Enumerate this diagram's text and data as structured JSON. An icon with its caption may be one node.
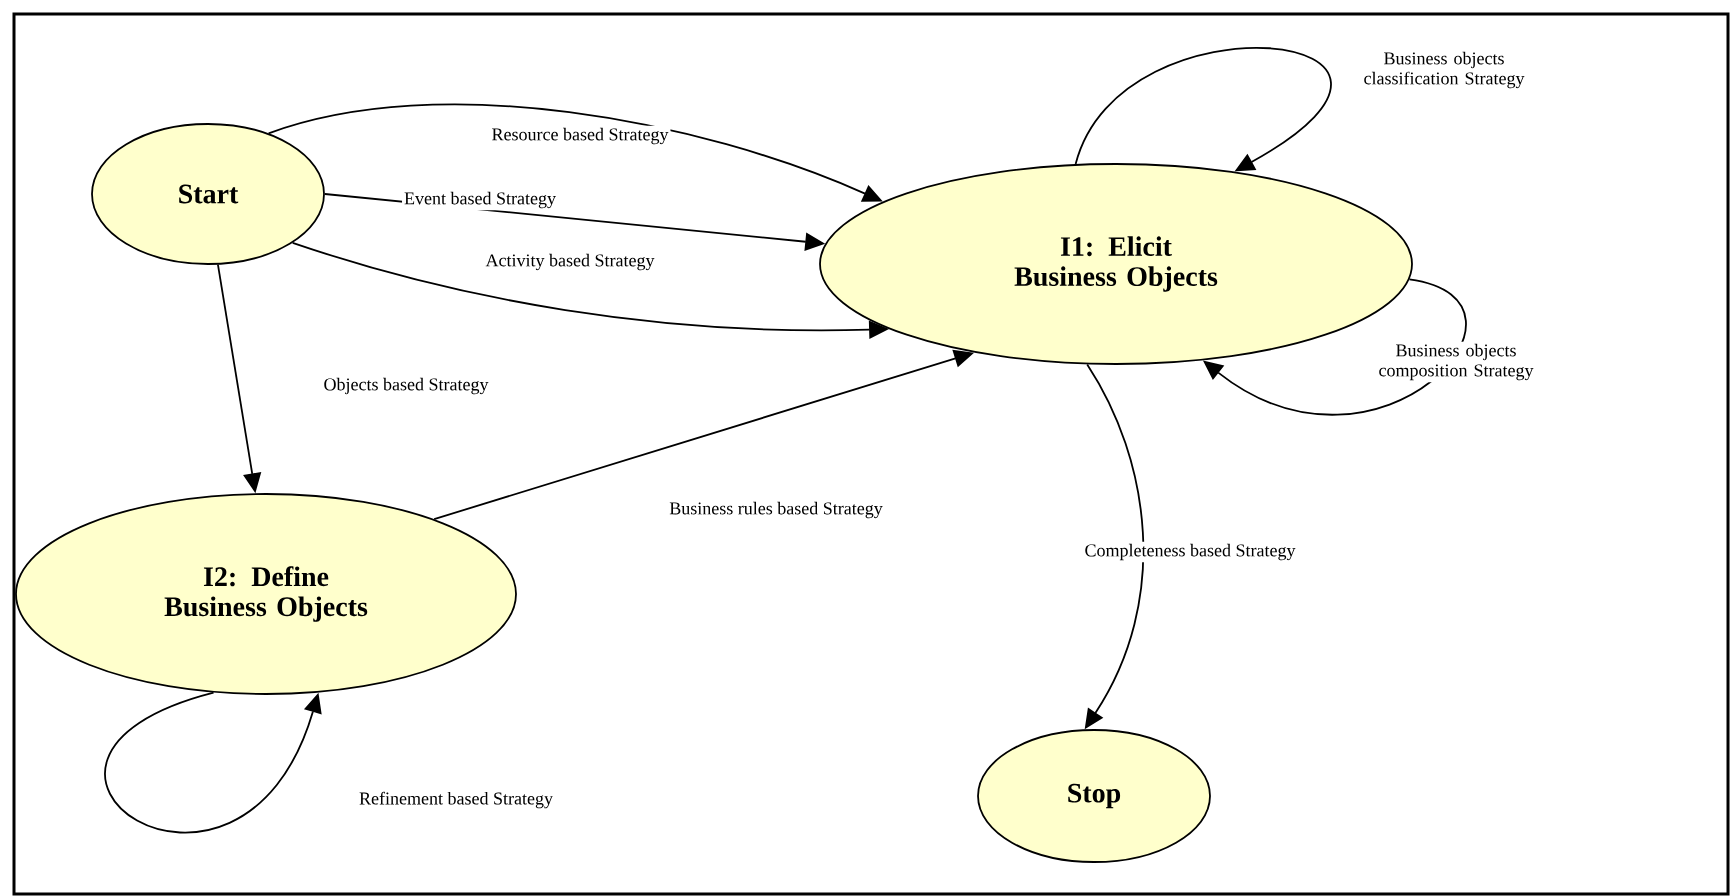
{
  "diagram": {
    "nodes": [
      {
        "text": [
          "Start"
        ]
      },
      {
        "text": [
          "I1: Elicit Business Objects"
        ]
      },
      {
        "text": [
          "I2: Define Business Objects"
        ]
      },
      {
        "text": [
          "Stop"
        ]
      }
    ],
    "edges": [
      {
        "from": 0,
        "to": 1,
        "arrow": "to",
        "label": "Resource based Strategy"
      },
      {
        "from": 0,
        "to": 1,
        "arrow": "to",
        "label": "Event based Strategy"
      },
      {
        "from": 0,
        "to": 1,
        "arrow": "to",
        "label": "Activity based Strategy"
      },
      {
        "from": 0,
        "to": 2,
        "arrow": "to",
        "label": "Objects based Strategy"
      },
      {
        "from": 2,
        "to": 1,
        "arrow": "to",
        "label": "Business rules based Strategy"
      },
      {
        "from": 1,
        "to": 1,
        "arrow": "to",
        "label": "Business objects classification Strategy"
      },
      {
        "from": 1,
        "to": 1,
        "arrow": "to",
        "label": "Business objects composition Strategy"
      },
      {
        "from": 1,
        "to": 3,
        "arrow": "to",
        "label": "Completeness based Strategy"
      },
      {
        "from": 2,
        "to": 2,
        "arrow": "to",
        "label": "Refinement based Strategy"
      }
    ]
  }
}
